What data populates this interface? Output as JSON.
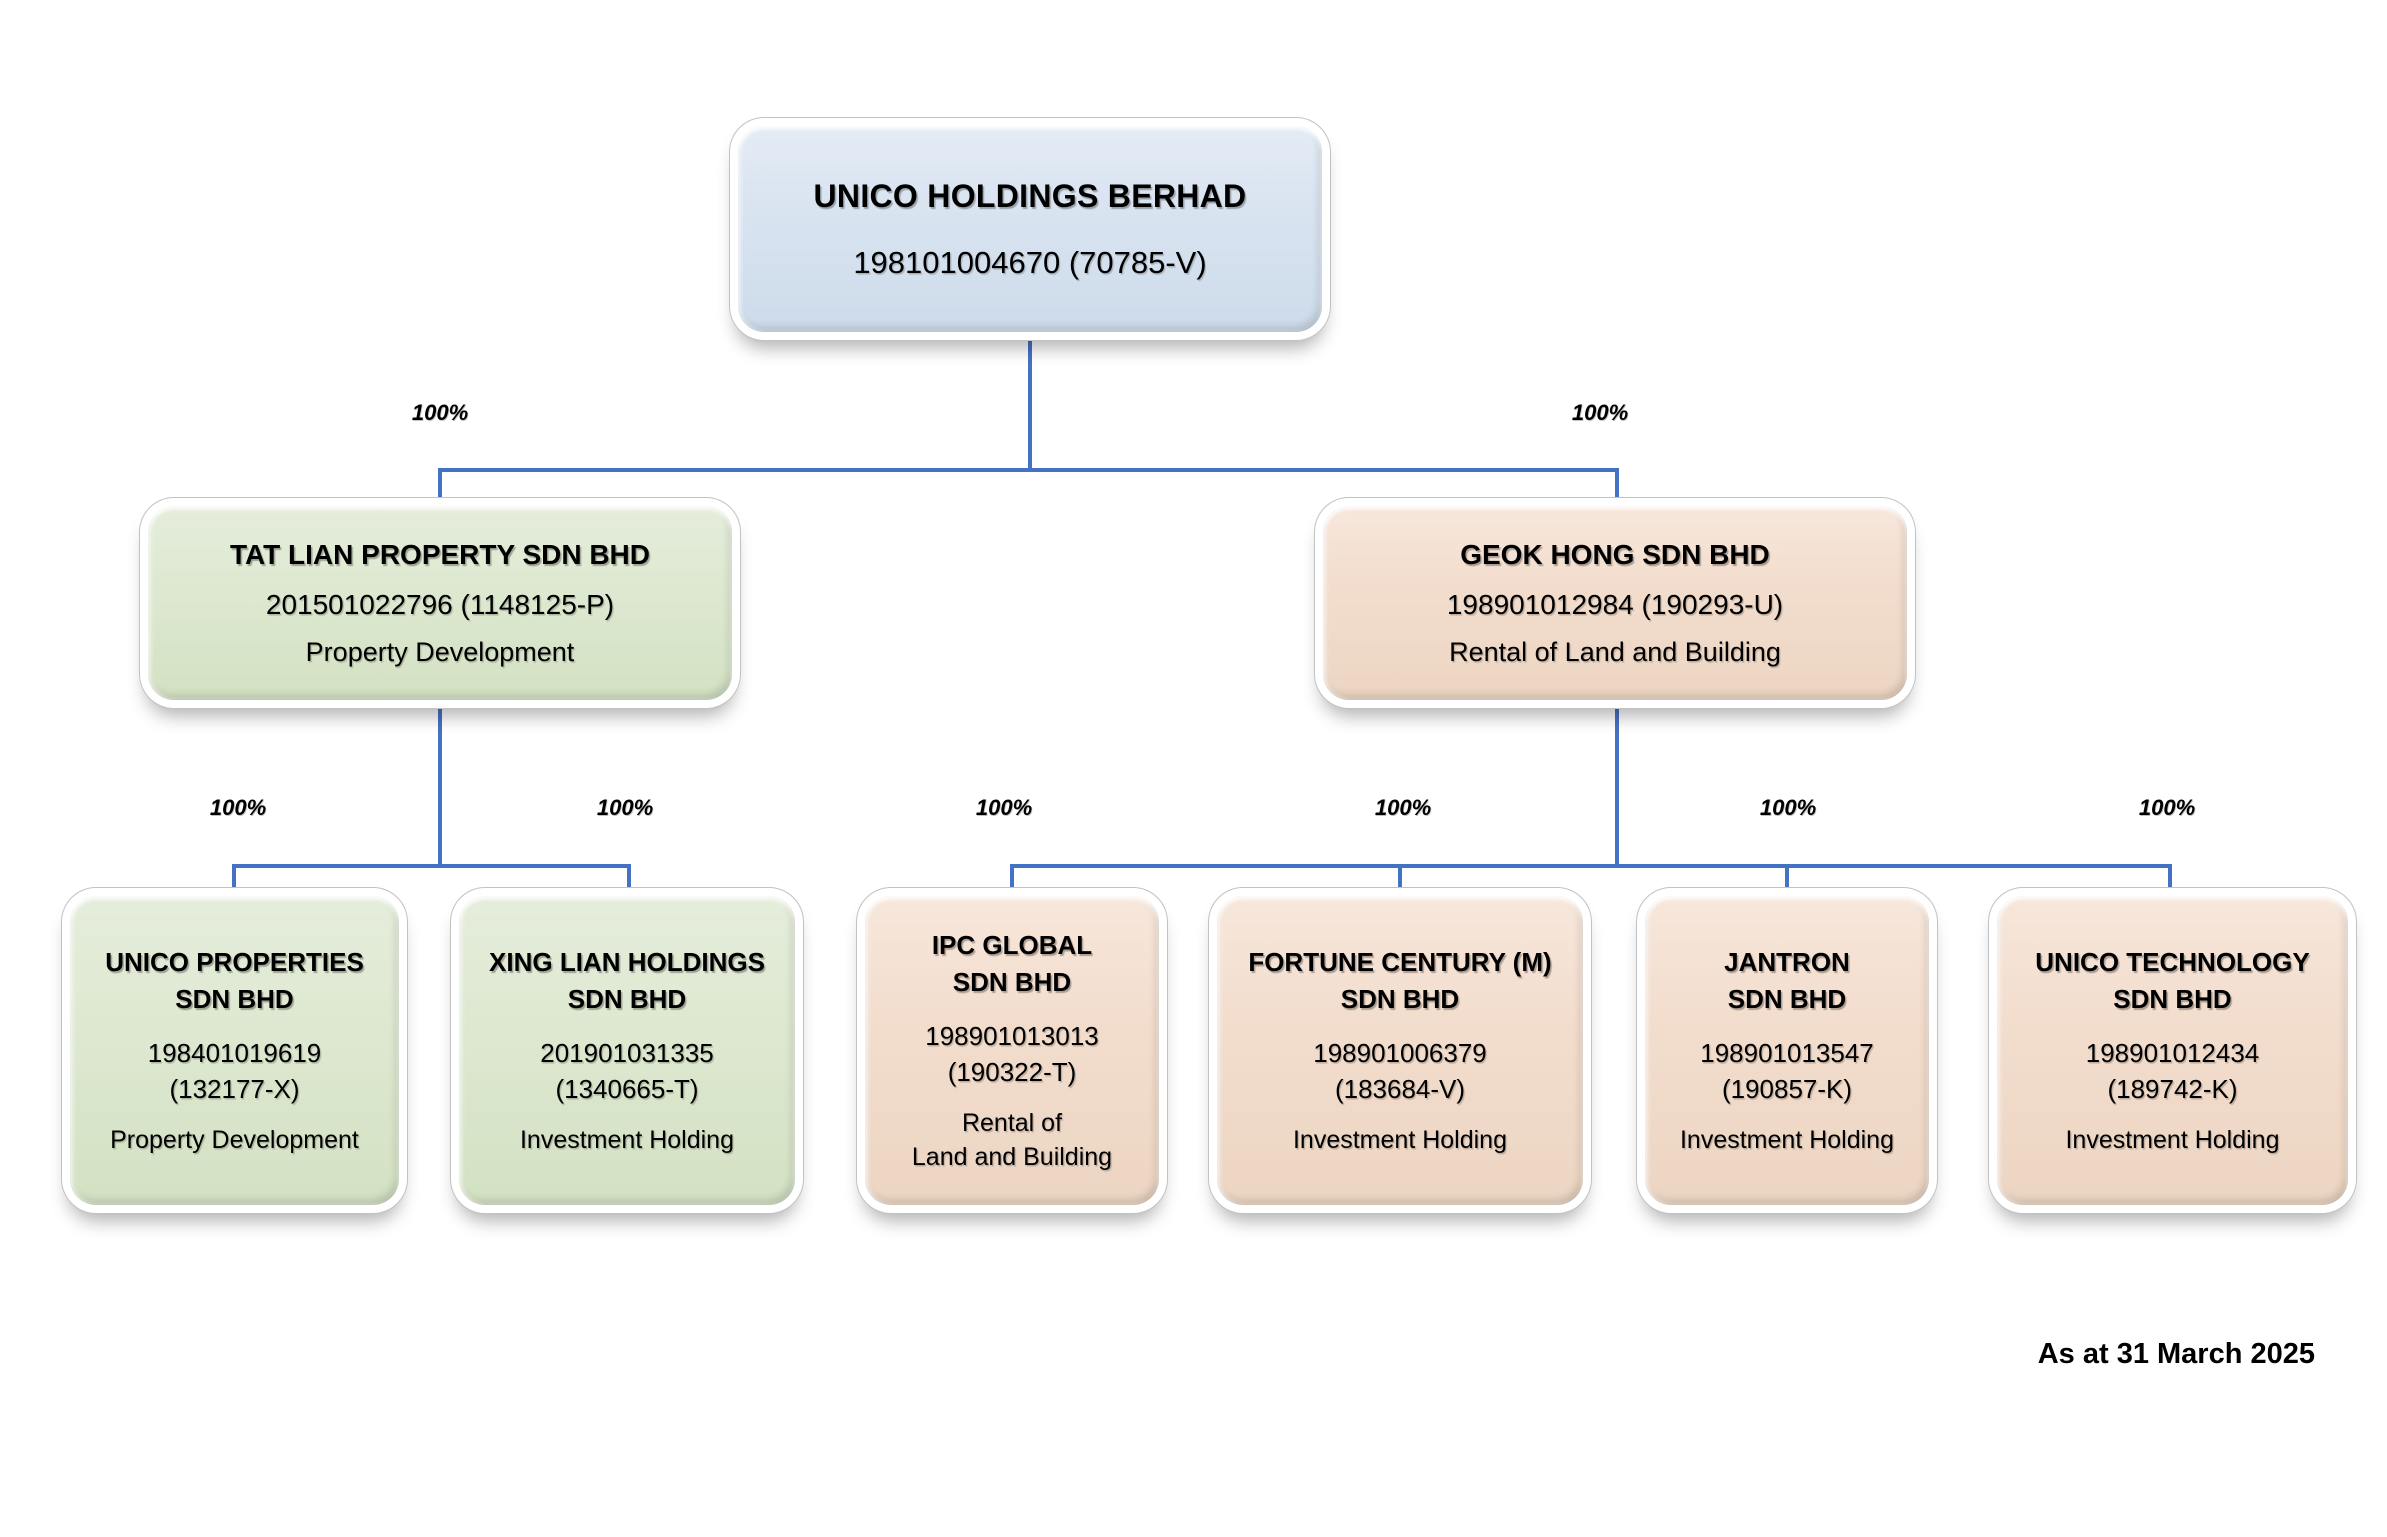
{
  "title": "UNICO HOLDINGS BERHAD corporate structure",
  "footer": {
    "as_at": "As at 31 March 2025"
  },
  "colors": {
    "root_fill": "#d8e3f0",
    "green_fill": "#dde8d0",
    "peach_fill": "#f2dccc",
    "connector": "#4472c4",
    "background": "#ffffff"
  },
  "nodes": {
    "root": {
      "name": "UNICO HOLDINGS BERHAD",
      "reg": "198101004670 (70785-V)"
    },
    "tat_lian": {
      "name": "TAT LIAN PROPERTY SDN BHD",
      "reg": "201501022796 (1148125-P)",
      "activity": "Property Development"
    },
    "geok_hong": {
      "name": "GEOK HONG SDN BHD",
      "reg": "198901012984 (190293-U)",
      "activity": "Rental of Land and Building"
    },
    "unico_properties": {
      "name": "UNICO PROPERTIES\nSDN BHD",
      "reg": "198401019619\n(132177-X)",
      "activity": "Property Development"
    },
    "xing_lian": {
      "name": "XING LIAN HOLDINGS\nSDN BHD",
      "reg": "201901031335\n(1340665-T)",
      "activity": "Investment Holding"
    },
    "ipc_global": {
      "name": "IPC GLOBAL\nSDN BHD",
      "reg": "198901013013\n(190322-T)",
      "activity": "Rental of\nLand and Building"
    },
    "fortune_century": {
      "name": "FORTUNE CENTURY (M)\nSDN BHD",
      "reg": "198901006379\n(183684-V)",
      "activity": "Investment Holding"
    },
    "jantron": {
      "name": "JANTRON\nSDN BHD",
      "reg": "198901013547\n(190857-K)",
      "activity": "Investment Holding"
    },
    "unico_technology": {
      "name": "UNICO TECHNOLOGY\nSDN BHD",
      "reg": "198901012434\n(189742-K)",
      "activity": "Investment Holding"
    }
  },
  "edges": [
    {
      "from": "UNICO HOLDINGS BERHAD",
      "to": "TAT LIAN PROPERTY SDN BHD",
      "pct": "100%"
    },
    {
      "from": "UNICO HOLDINGS BERHAD",
      "to": "GEOK HONG SDN BHD",
      "pct": "100%"
    },
    {
      "from": "TAT LIAN PROPERTY SDN BHD",
      "to": "UNICO PROPERTIES SDN BHD",
      "pct": "100%"
    },
    {
      "from": "TAT LIAN PROPERTY SDN BHD",
      "to": "XING LIAN HOLDINGS SDN BHD",
      "pct": "100%"
    },
    {
      "from": "GEOK HONG SDN BHD",
      "to": "IPC GLOBAL SDN BHD",
      "pct": "100%"
    },
    {
      "from": "GEOK HONG SDN BHD",
      "to": "FORTUNE CENTURY (M) SDN BHD",
      "pct": "100%"
    },
    {
      "from": "GEOK HONG SDN BHD",
      "to": "JANTRON SDN BHD",
      "pct": "100%"
    },
    {
      "from": "GEOK HONG SDN BHD",
      "to": "UNICO TECHNOLOGY SDN BHD",
      "pct": "100%"
    }
  ]
}
